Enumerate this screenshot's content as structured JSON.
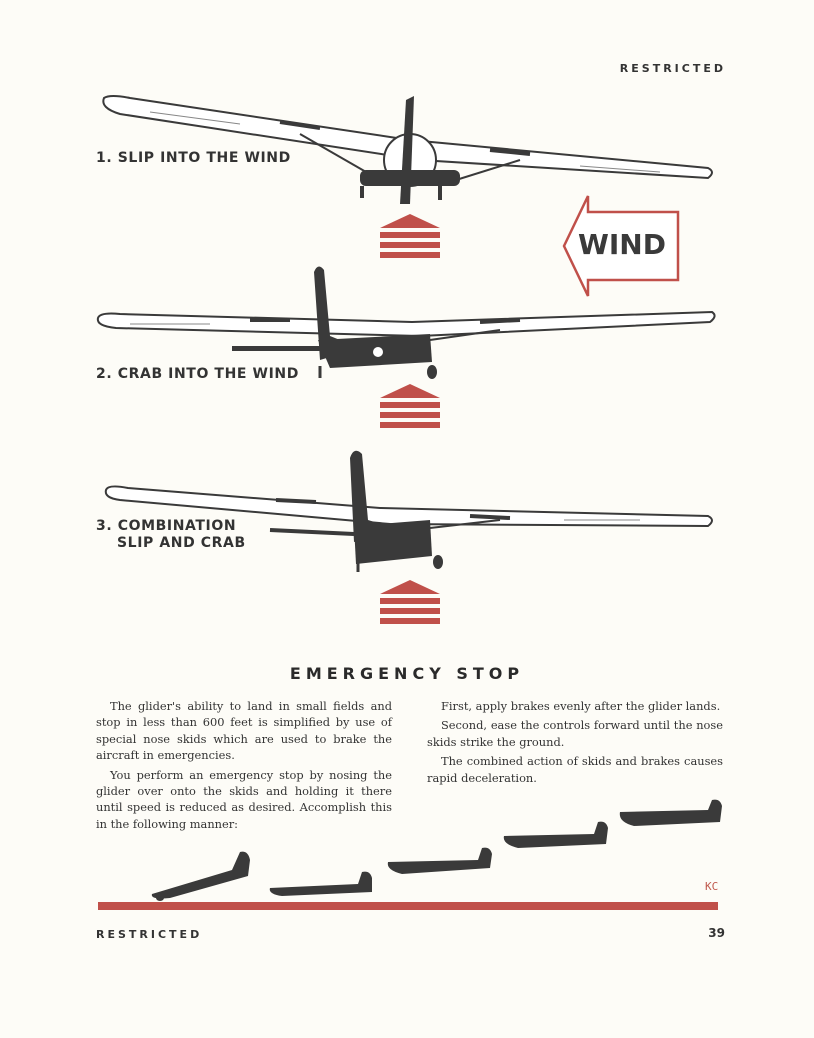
{
  "header": {
    "restricted": "RESTRICTED"
  },
  "figure": {
    "wind_label": "WIND",
    "captions": [
      {
        "num": "1.",
        "line1": "SLIP INTO THE WIND",
        "line2": ""
      },
      {
        "num": "2.",
        "line1": "CRAB INTO THE WIND",
        "line2": ""
      },
      {
        "num": "3.",
        "line1": "COMBINATION",
        "line2": "SLIP AND CRAB"
      }
    ],
    "colors": {
      "accent": "#c0504a",
      "ink": "#3a3a3a",
      "wing": "#ffffff"
    }
  },
  "section": {
    "title": "EMERGENCY STOP",
    "left_paragraphs": [
      "The glider's ability to land in small fields and stop in less than 600 feet is simplified by use of special nose skids which are used to brake the aircraft in emergencies.",
      "You perform an emergency stop by nosing the glider over onto the skids and holding it there until speed is reduced as desired. Accomplish this in the following manner:"
    ],
    "right_paragraphs": [
      "First, apply brakes evenly after the glider lands.",
      "Second, ease the controls forward until the nose skids strike the ground.",
      "The combined action of skids and brakes causes rapid deceleration."
    ]
  },
  "artist_initials": "KC",
  "footer": {
    "restricted": "RESTRICTED",
    "page_number": "39"
  }
}
